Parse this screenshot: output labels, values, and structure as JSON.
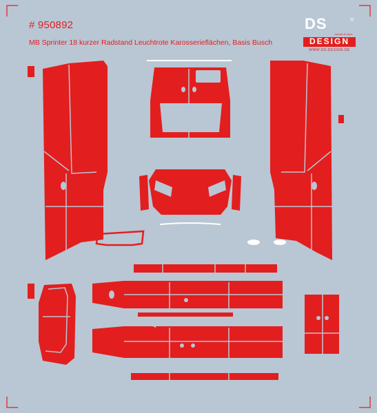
{
  "sheet": {
    "product_number": "# 950892",
    "title": "MB Sprinter 18 kurzer Radstand Leuchtrote Karosserieflächen, Basis Busch"
  },
  "brand": {
    "ds": "DS",
    "registered": "®",
    "slogan": "decals & more",
    "design": "DESIGN",
    "url": "WWW.DS-DESIGN.DE"
  },
  "colors": {
    "background": "#b9c6d4",
    "decal_red": "#e31e1e",
    "white": "#ffffff"
  }
}
